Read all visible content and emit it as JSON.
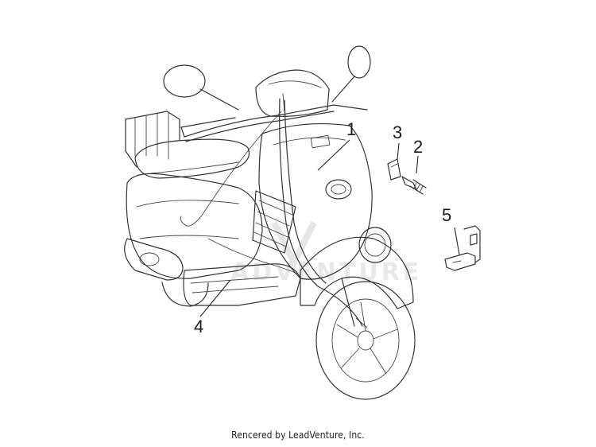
{
  "callouts": {
    "c1": "1",
    "c2": "2",
    "c3": "3",
    "c4": "4",
    "c5": "5"
  },
  "watermark": "ADVENTURE",
  "credit": "Rencered by LeadVenture, Inc."
}
